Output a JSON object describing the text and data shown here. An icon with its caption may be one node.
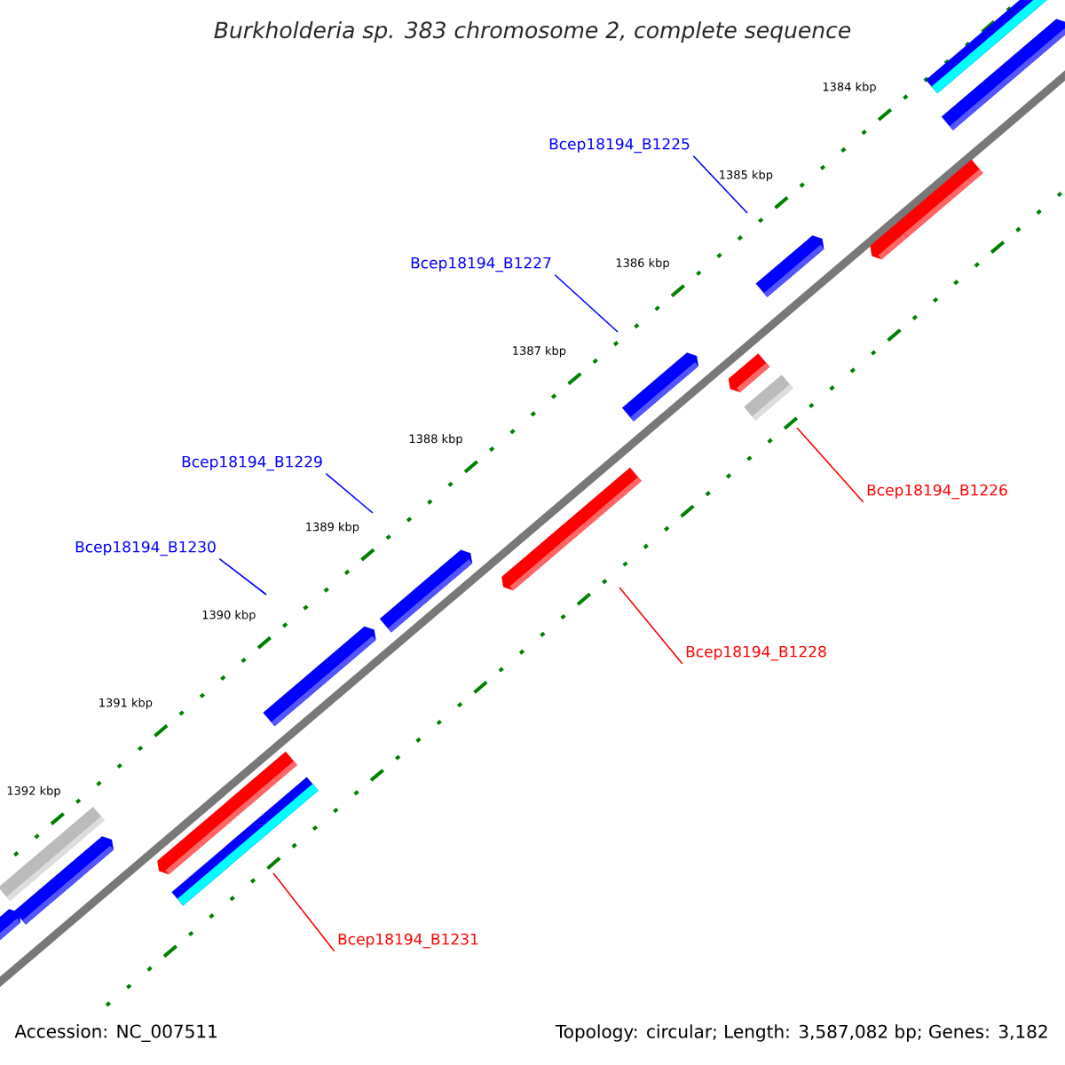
{
  "diagram": {
    "title": "Burkholderia sp. 383 chromosome 2, complete sequence",
    "nodes": [
      {
        "text": [
          "Bcep18194_B1225"
        ]
      },
      {
        "text": [
          "Bcep18194_B1227"
        ]
      },
      {
        "text": [
          "Bcep18194_B1229"
        ]
      },
      {
        "text": [
          "Bcep18194_B1226"
        ]
      },
      {
        "text": [
          "Bcep18194_B1230"
        ]
      },
      {
        "text": [
          "Bcep18194_B1228"
        ]
      },
      {
        "text": [
          "Bcep18194_B1231"
        ]
      }
    ],
    "edges": [
      {
        "from": 0,
        "to": null,
        "arrow": "none"
      },
      {
        "from": 1,
        "to": null,
        "arrow": "none"
      },
      {
        "from": 2,
        "to": null,
        "arrow": "none"
      },
      {
        "from": 3,
        "to": null,
        "arrow": "none",
        "color": "#ff0000"
      },
      {
        "from": 4,
        "to": null,
        "arrow": "none"
      },
      {
        "from": 5,
        "to": null,
        "arrow": "none",
        "color": "#ff0000"
      },
      {
        "from": 6,
        "to": null,
        "arrow": "none",
        "color": "#ff0000"
      }
    ],
    "labels": [
      "1384 kbp",
      "1385 kbp",
      "1386 kbp",
      "1387 kbp",
      "1388 kbp",
      "1389 kbp",
      "1390 kbp",
      "1391 kbp",
      "1392 kbp",
      "Accession: NC_007511",
      "Topology: circular; Length: 3,587,082 bp; Genes: 3,182"
    ]
  }
}
